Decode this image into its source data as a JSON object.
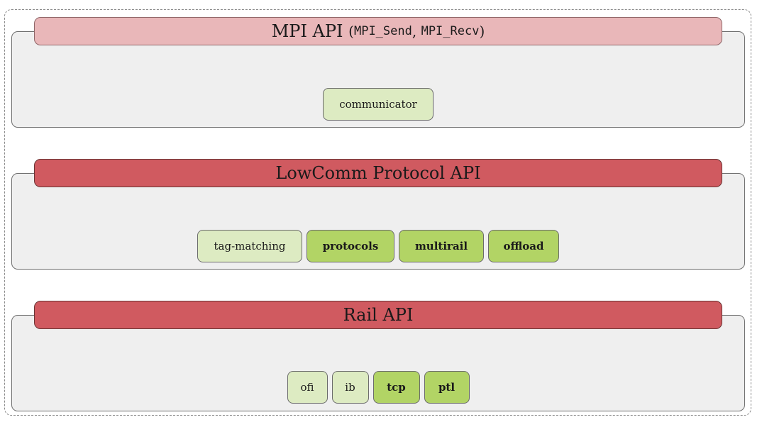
{
  "layers": {
    "mpi": {
      "title": "MPI API",
      "title_paren_open": "(",
      "call_send": "MPI_Send",
      "title_sep": ", ",
      "call_recv": "MPI_Recv",
      "title_paren_close": ")",
      "banner_color": "#e9b7b9",
      "components": [
        {
          "label": "communicator",
          "style": "light"
        }
      ]
    },
    "lowcomm": {
      "title": "LowComm Protocol API",
      "banner_color": "#d05a60",
      "components": [
        {
          "label": "tag-matching",
          "style": "light"
        },
        {
          "label": "protocols",
          "style": "dark"
        },
        {
          "label": "multirail",
          "style": "dark"
        },
        {
          "label": "offload",
          "style": "dark"
        }
      ]
    },
    "rail": {
      "title": "Rail API",
      "banner_color": "#d05a60",
      "components": [
        {
          "label": "ofi",
          "style": "light"
        },
        {
          "label": "ib",
          "style": "light"
        },
        {
          "label": "tcp",
          "style": "dark"
        },
        {
          "label": "ptl",
          "style": "dark"
        }
      ]
    }
  },
  "colors": {
    "light_component": "#ddebc2",
    "dark_component": "#b2d465",
    "layer_background": "#efefef"
  }
}
